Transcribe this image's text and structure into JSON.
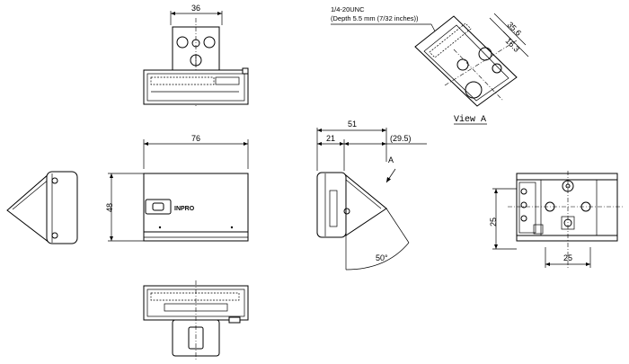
{
  "dimensions": {
    "top_width": "36",
    "front_width": "76",
    "front_height": "48",
    "side_total": "51",
    "side_body": "21",
    "side_ref": "(29.5)",
    "tilt_angle": "50°",
    "rear_h": "25",
    "rear_w": "25",
    "viewA_1": "35.6",
    "viewA_2": "16.3"
  },
  "labels": {
    "thread_line1": "1/4-20UNC",
    "thread_line2": "(Depth 5.5 mm (7/32 inches))",
    "view_a_title": "View A",
    "arrow_a": "A",
    "brand": "INPRO"
  }
}
